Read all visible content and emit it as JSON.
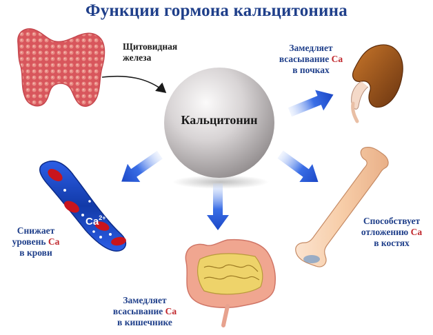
{
  "title": "Функции гормона кальцитонина",
  "center": {
    "label": "Кальцитонин"
  },
  "thyroid": {
    "line1": "Щитовидная",
    "line2": "железа"
  },
  "kidney": {
    "line1": "Замедляет",
    "line2_prefix": "всасывание ",
    "line2_ca": "Ca",
    "line3": "в почках"
  },
  "blood": {
    "line1": "Снижает",
    "line2_prefix": "уровень ",
    "line2_ca": "Ca",
    "line3": "в крови",
    "ion": "Ca",
    "ion_charge": "2+"
  },
  "intestine": {
    "line1": "Замедляет",
    "line2_prefix": "всасывание ",
    "line2_ca": "Ca",
    "line3": "в кишечнике"
  },
  "bone": {
    "line1": "Способствует",
    "line2_prefix": "отложению ",
    "line2_ca": "Ca",
    "line3": "в костях"
  },
  "colors": {
    "title": "#1f3f8a",
    "ca": "#c0282d",
    "arrow": "#1f55d6",
    "sphere": "#d9d5d6"
  }
}
